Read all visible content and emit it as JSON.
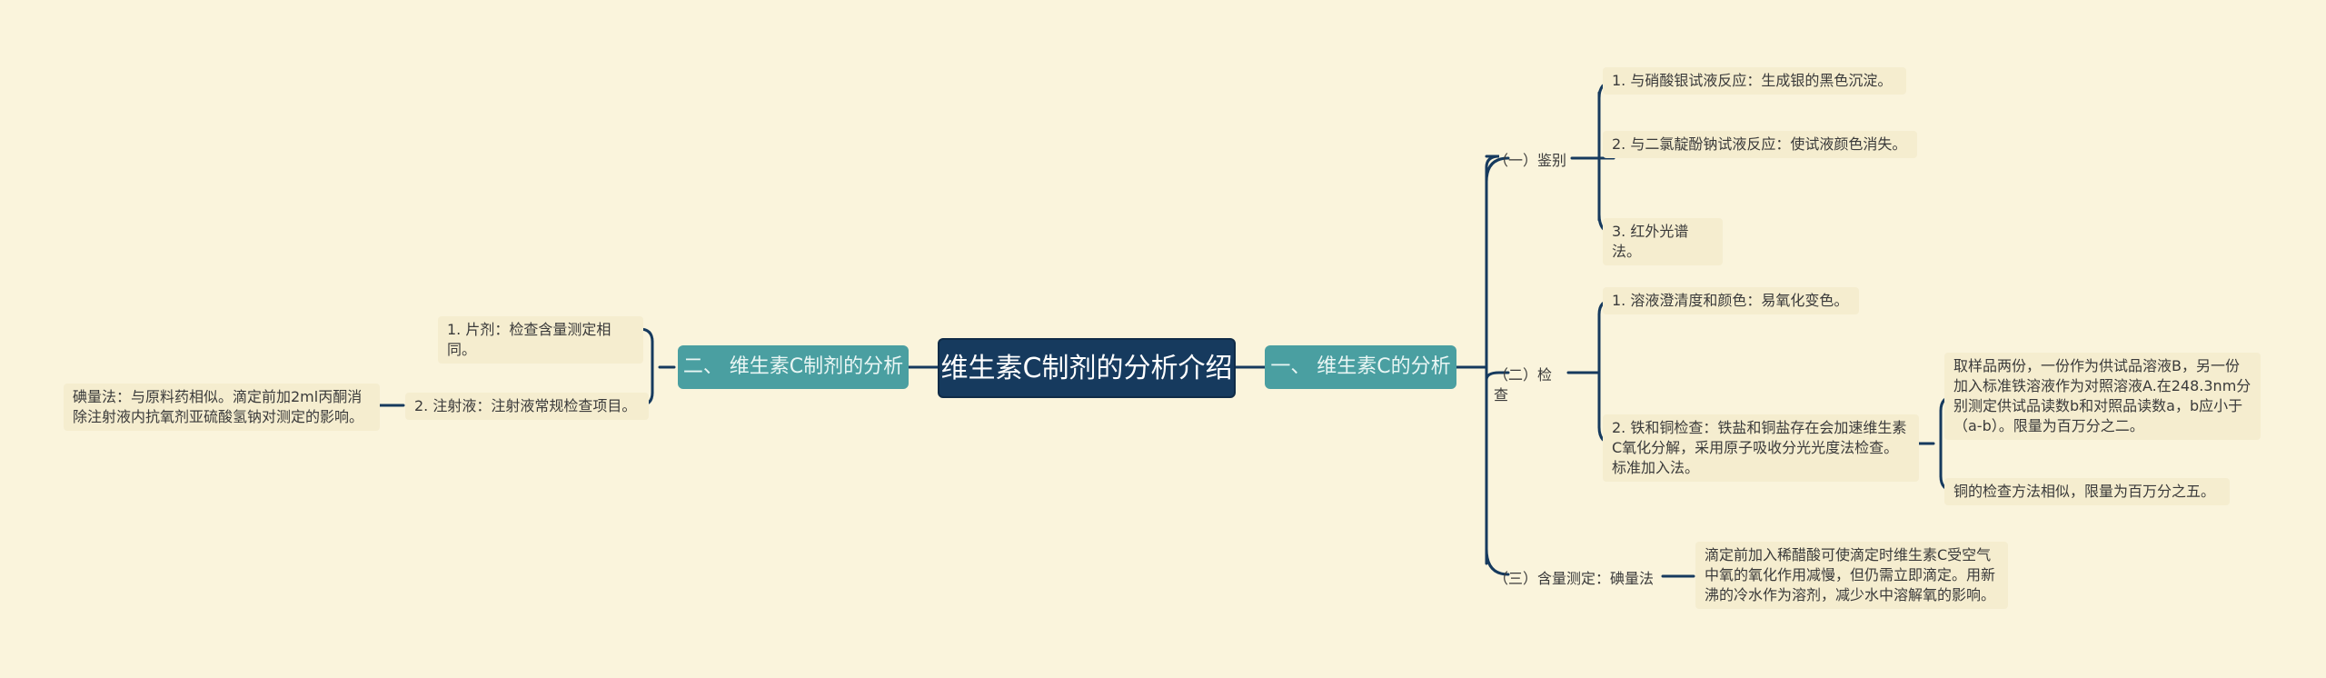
{
  "root": {
    "title": "维生素C制剂的分析介绍"
  },
  "branch_right": {
    "title": "一、 维生素C的分析",
    "identification": {
      "title": "（一）鉴别",
      "items": [
        "1. 与硝酸银试液反应：生成银的黑色沉淀。",
        "2. 与二氯靛酚钠试液反应：使试液颜色消失。",
        "3. 红外光谱法。"
      ]
    },
    "inspection": {
      "title": "（二）检查",
      "clarity": "1. 溶液澄清度和颜色：易氧化变色。",
      "iron_copper": "2. 铁和铜检查：铁盐和铜盐存在会加速维生素C氧化分解，采用原子吸收分光光度法检查。标准加入法。",
      "iron_detail": "取样品两份，一份作为供试品溶液B，另一份加入标准铁溶液作为对照溶液A.在248.3nm分别测定供试品读数b和对照品读数a，b应小于（a-b）。限量为百万分之二。",
      "copper_detail": "铜的检查方法相似，限量为百万分之五。"
    },
    "assay": {
      "title": "（三）含量测定：碘量法",
      "detail": "滴定前加入稀醋酸可使滴定时维生素C受空气中氧的氧化作用减慢，但仍需立即滴定。用新沸的冷水作为溶剂，减少水中溶解氧的影响。"
    }
  },
  "branch_left": {
    "title": "二、 维生素C制剂的分析",
    "tablet": "1. 片剂：检查含量测定相同。",
    "injection": "2. 注射液：注射液常规检查项目。",
    "injection_detail": "碘量法：与原料药相似。滴定前加2ml丙酮消除注射液内抗氧剂亚硫酸氢钠对测定的影响。"
  },
  "colors": {
    "line": "#163a5e",
    "background": "#faf4dc",
    "leaf": "#f5edcf",
    "level1": "#4a9fa1",
    "root": "#163a5e"
  }
}
